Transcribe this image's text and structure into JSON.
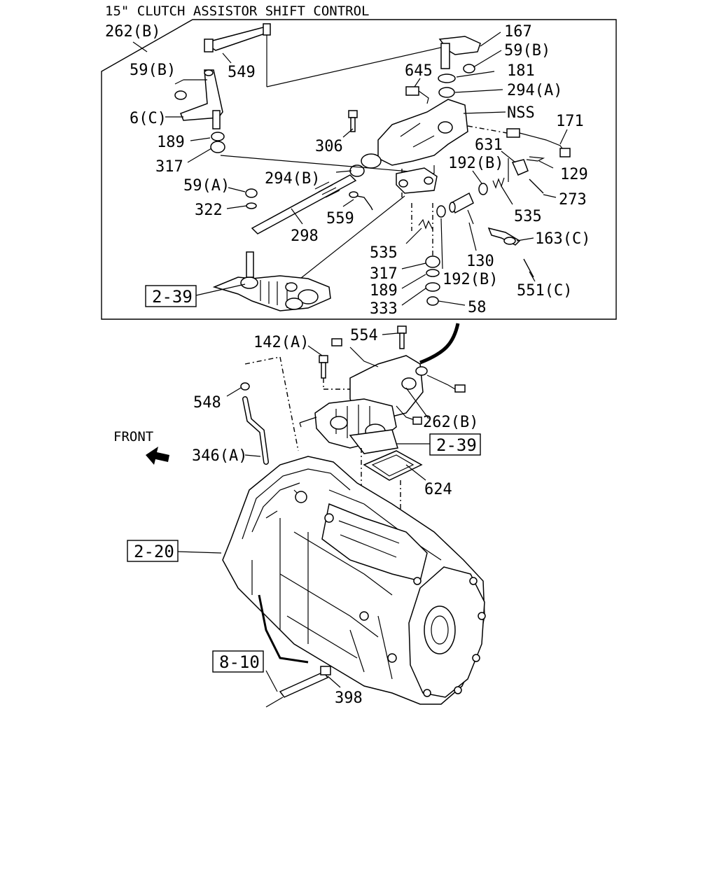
{
  "title": "15\" CLUTCH ASSISTOR SHIFT CONTROL",
  "front_label": "FRONT",
  "callouts": {
    "c262b_top": "262(B)",
    "c59b_left": "59(B)",
    "c549": "549",
    "c6c": "6(C)",
    "c189_left": "189",
    "c317_left": "317",
    "c59a": "59(A)",
    "c322": "322",
    "c298": "298",
    "c559": "559",
    "c294b": "294(B)",
    "c306": "306",
    "c167": "167",
    "c59b_right": "59(B)",
    "c645": "645",
    "c181": "181",
    "c294a": "294(A)",
    "cnss": "NSS",
    "c171": "171",
    "c631": "631",
    "c192b_top": "192(B)",
    "c129": "129",
    "c273": "273",
    "c535_right": "535",
    "c163c": "163(C)",
    "c535_left": "535",
    "c130": "130",
    "c317_mid": "317",
    "c192b_mid": "192(B)",
    "c189_mid": "189",
    "c551c": "551(C)",
    "c333": "333",
    "c58": "58",
    "c554": "554",
    "c142a": "142(A)",
    "c548": "548",
    "c346a": "346(A)",
    "c262b_mid": "262(B)",
    "c624": "624",
    "c398": "398"
  },
  "references": {
    "ref_2_39_top": "2-39",
    "ref_2_39_mid": "2-39",
    "ref_2_20": "2-20",
    "ref_8_10": "8-10"
  }
}
